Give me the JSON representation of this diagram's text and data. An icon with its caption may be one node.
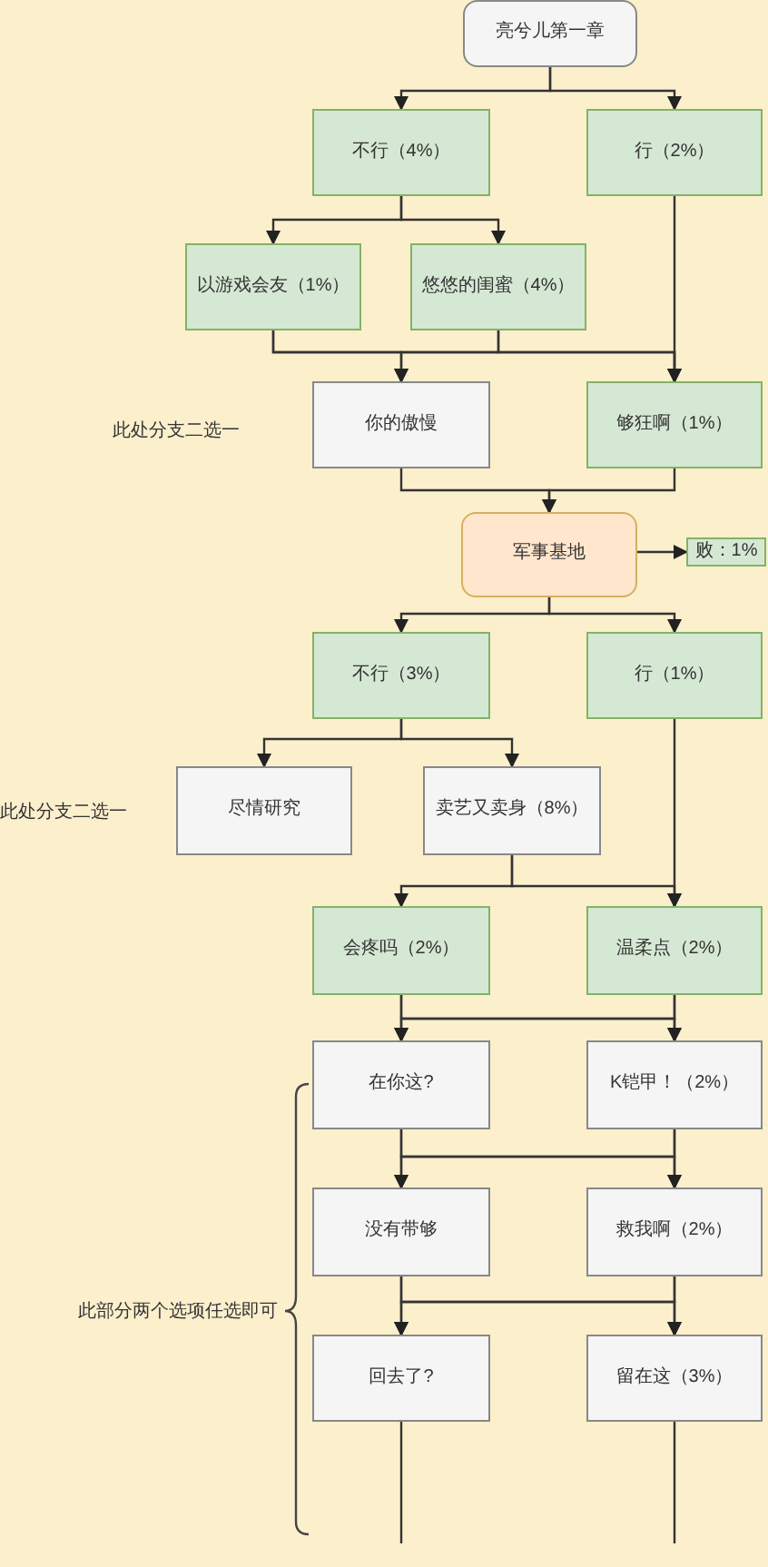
{
  "diagram": {
    "nodes": [
      {
        "text": [
          "亮兮儿第一章"
        ]
      },
      {
        "text": [
          "不行（4%）"
        ]
      },
      {
        "text": [
          "行（2%）"
        ]
      },
      {
        "text": [
          "以游戏会友（1%）"
        ]
      },
      {
        "text": [
          "悠悠的闺蜜（4%）"
        ]
      },
      {
        "text": [
          "你的傲慢"
        ]
      },
      {
        "text": [
          "够狂啊（1%）"
        ]
      },
      {
        "text": [
          "军事基地"
        ]
      },
      {
        "text": [
          "败：1%"
        ]
      },
      {
        "text": [
          "不行（3%）"
        ]
      },
      {
        "text": [
          "行（1%）"
        ]
      },
      {
        "text": [
          "尽情研究"
        ]
      },
      {
        "text": [
          "卖艺又卖身（8%）"
        ]
      },
      {
        "text": [
          "会疼吗（2%）"
        ]
      },
      {
        "text": [
          "温柔点（2%）"
        ]
      },
      {
        "text": [
          "在你这?"
        ]
      },
      {
        "text": [
          "K铠甲！（2%）"
        ]
      },
      {
        "text": [
          "没有带够"
        ]
      },
      {
        "text": [
          "救我啊（2%）"
        ]
      },
      {
        "text": [
          "回去了?"
        ]
      },
      {
        "text": [
          "留在这（3%）"
        ]
      }
    ],
    "edges": [
      {
        "from": 0,
        "to": 1,
        "arrow": "to"
      },
      {
        "from": 0,
        "to": 2,
        "arrow": "to"
      },
      {
        "from": 1,
        "to": 3,
        "arrow": "to"
      },
      {
        "from": 1,
        "to": 4,
        "arrow": "to"
      },
      {
        "from": 3,
        "to": 5,
        "arrow": "to"
      },
      {
        "from": 4,
        "to": 5,
        "arrow": "to"
      },
      {
        "from": 3,
        "to": 6,
        "arrow": "to"
      },
      {
        "from": 4,
        "to": 6,
        "arrow": "to"
      },
      {
        "from": 2,
        "to": 6,
        "arrow": "to"
      },
      {
        "from": 5,
        "to": 7,
        "arrow": "to"
      },
      {
        "from": 6,
        "to": 7,
        "arrow": "to"
      },
      {
        "from": 7,
        "to": 8,
        "arrow": "to"
      },
      {
        "from": 7,
        "to": 9,
        "arrow": "to"
      },
      {
        "from": 7,
        "to": 10,
        "arrow": "to"
      },
      {
        "from": 9,
        "to": 11,
        "arrow": "to"
      },
      {
        "from": 9,
        "to": 12,
        "arrow": "to"
      },
      {
        "from": 12,
        "to": 13,
        "arrow": "to"
      },
      {
        "from": 12,
        "to": 14,
        "arrow": "to"
      },
      {
        "from": 10,
        "to": 14,
        "arrow": "to"
      },
      {
        "from": 13,
        "to": 15,
        "arrow": "to"
      },
      {
        "from": 13,
        "to": 16,
        "arrow": "to"
      },
      {
        "from": 14,
        "to": 15,
        "arrow": "to"
      },
      {
        "from": 14,
        "to": 16,
        "arrow": "to"
      },
      {
        "from": 15,
        "to": 17,
        "arrow": "to"
      },
      {
        "from": 15,
        "to": 18,
        "arrow": "to"
      },
      {
        "from": 16,
        "to": 17,
        "arrow": "to"
      },
      {
        "from": 16,
        "to": 18,
        "arrow": "to"
      },
      {
        "from": 17,
        "to": 19,
        "arrow": "to"
      },
      {
        "from": 17,
        "to": 20,
        "arrow": "to"
      },
      {
        "from": 18,
        "to": 19,
        "arrow": "to"
      },
      {
        "from": 18,
        "to": 20,
        "arrow": "to"
      },
      {
        "from": 19,
        "to": null,
        "arrow": "none"
      },
      {
        "from": 20,
        "to": null,
        "arrow": "none"
      }
    ],
    "labels": [
      "此处分支二选一",
      "此处分支二选一",
      "此部分两个选项任选即可"
    ]
  }
}
